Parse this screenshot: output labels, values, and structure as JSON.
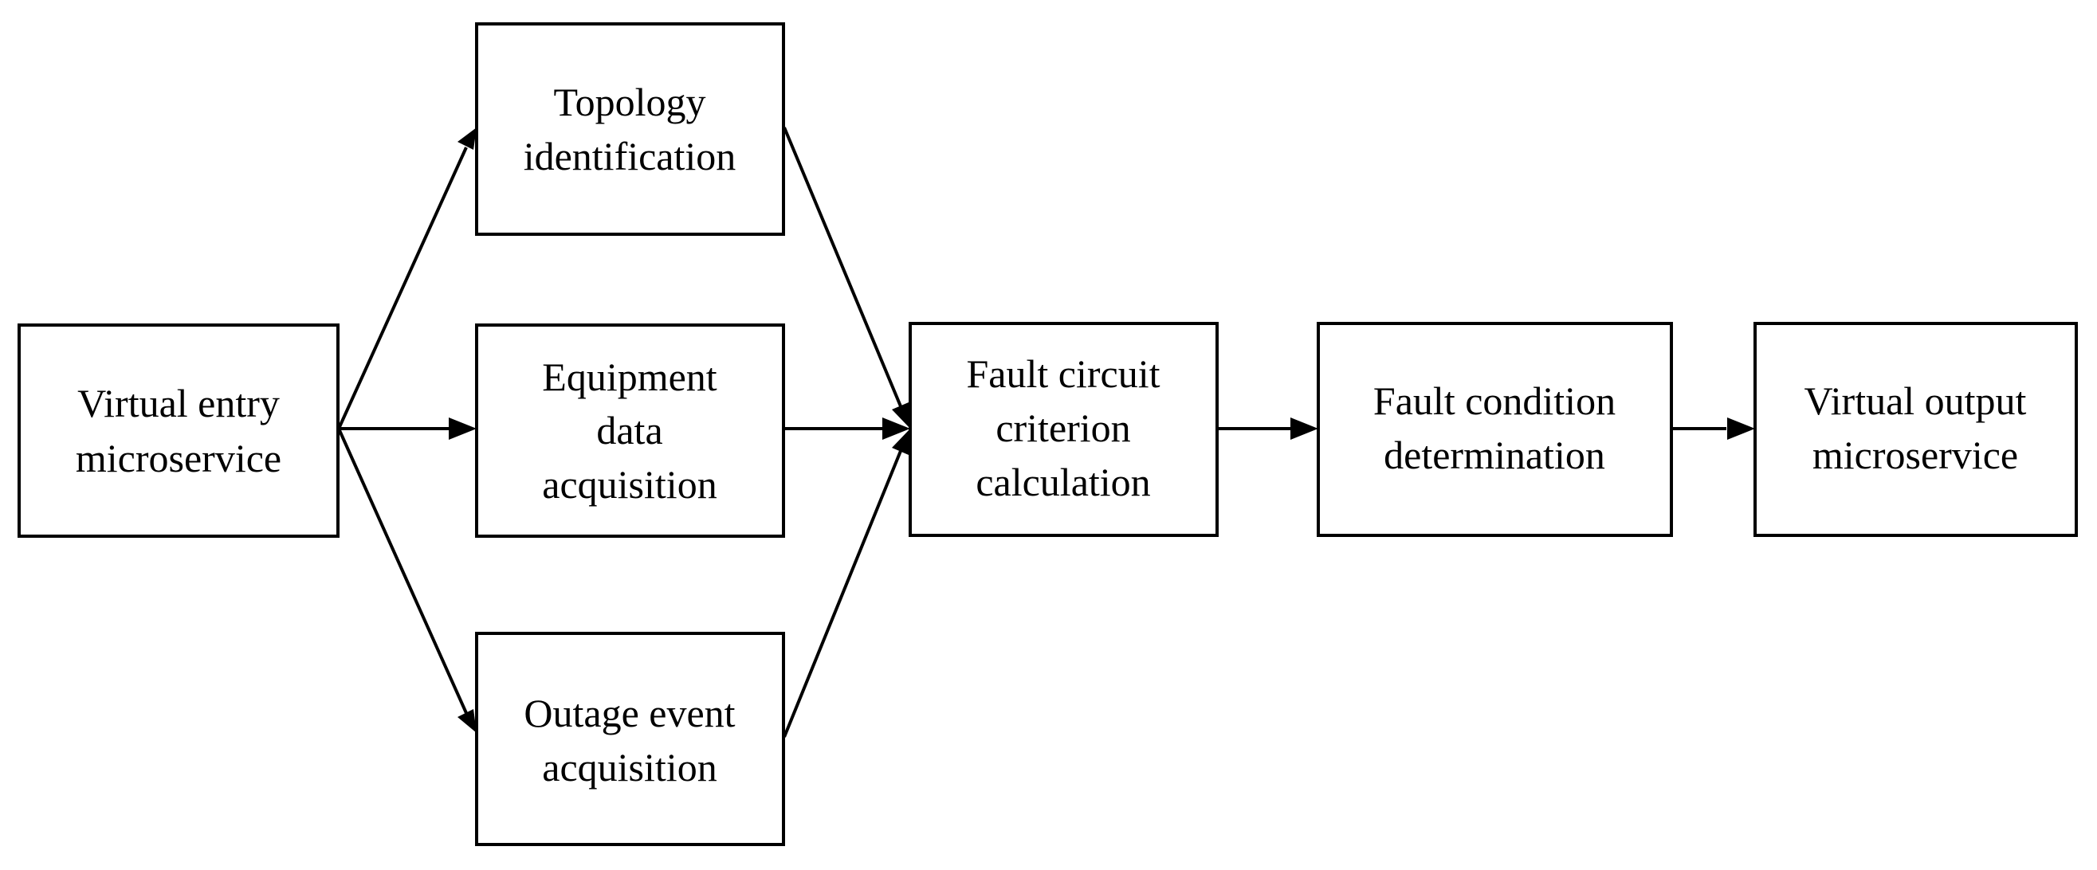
{
  "diagram": {
    "nodes": {
      "virtual_entry": {
        "lines": [
          "Virtual entry",
          "microservice"
        ]
      },
      "topology": {
        "lines": [
          "Topology",
          "identification"
        ]
      },
      "equipment": {
        "lines": [
          "Equipment",
          "data",
          "acquisition"
        ]
      },
      "outage": {
        "lines": [
          "Outage event",
          "acquisition"
        ]
      },
      "fault_criterion": {
        "lines": [
          "Fault circuit",
          "criterion",
          "calculation"
        ]
      },
      "fault_condition": {
        "lines": [
          "Fault condition",
          "determination"
        ]
      },
      "virtual_output": {
        "lines": [
          "Virtual output",
          "microservice"
        ]
      }
    },
    "edges": [
      {
        "from": "virtual_entry",
        "to": "topology"
      },
      {
        "from": "virtual_entry",
        "to": "equipment"
      },
      {
        "from": "virtual_entry",
        "to": "outage"
      },
      {
        "from": "topology",
        "to": "fault_criterion"
      },
      {
        "from": "equipment",
        "to": "fault_criterion"
      },
      {
        "from": "outage",
        "to": "fault_criterion"
      },
      {
        "from": "fault_criterion",
        "to": "fault_condition"
      },
      {
        "from": "fault_condition",
        "to": "virtual_output"
      }
    ]
  }
}
